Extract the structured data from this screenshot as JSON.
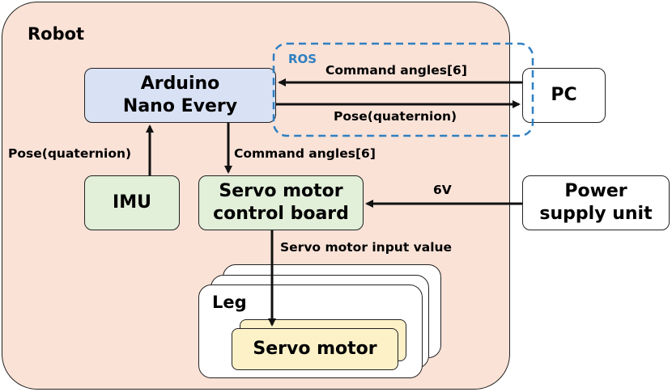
{
  "robot": {
    "label": "Robot"
  },
  "ros": {
    "label": "ROS",
    "color": "#2f7fc1"
  },
  "nodes": {
    "arduino": {
      "lines": [
        "Arduino",
        "Nano Every"
      ],
      "color": "#d9e1f4"
    },
    "pc": {
      "label": "PC"
    },
    "imu": {
      "label": "IMU",
      "color": "#e2efd9"
    },
    "servo_board": {
      "lines": [
        "Servo motor",
        "control board"
      ],
      "color": "#e2efd9"
    },
    "power": {
      "lines": [
        "Power",
        "supply unit"
      ]
    },
    "leg": {
      "label": "Leg"
    },
    "servo_motor": {
      "label": "Servo motor",
      "color": "#fdf1c8"
    }
  },
  "edges": {
    "pc_to_arduino": "Command angles[6]",
    "arduino_to_pc": "Pose(quaternion)",
    "imu_to_arduino": "Pose(quaternion)",
    "arduino_to_board": "Command angles[6]",
    "power_to_board": "6V",
    "board_to_servo": "Servo motor input value"
  }
}
